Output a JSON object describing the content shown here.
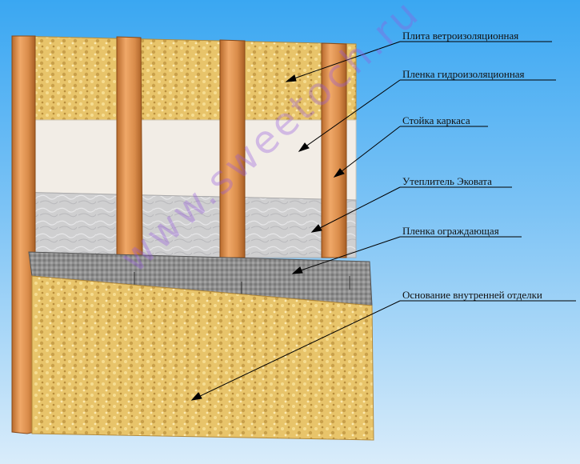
{
  "labels": {
    "wind_board": "Плита ветроизоляционная",
    "waterproof_film": "Пленка гидроизоляционная",
    "frame_stud": "Стойка каркаса",
    "insulation": "Утеплитель Эковата",
    "enclosing_film": "Пленка ограждающая",
    "interior_base": "Основание внутренней отделки"
  },
  "watermark": "www.sweetoch.ru",
  "colors": {
    "sky_top": "#3aa7f2",
    "osb": "#e8c46a",
    "membrane": "#f2ede6",
    "ecowool": "#cfcfd0",
    "film": "#8c8c8c",
    "stud": "#d98c4a",
    "arrow": "#000000"
  }
}
